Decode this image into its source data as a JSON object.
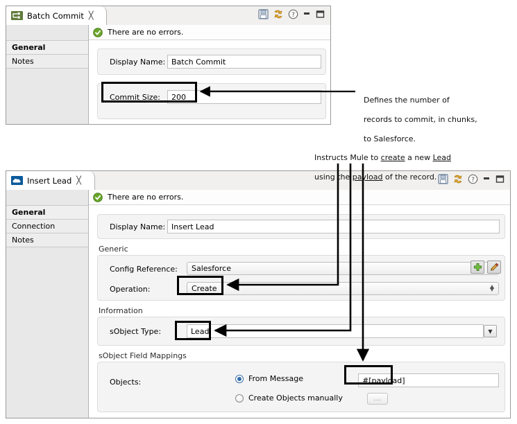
{
  "panels": [
    {
      "id": "batch-commit",
      "tab": {
        "label": "Batch Commit",
        "close_glyph": "╳",
        "icon": "batch-commit-icon"
      },
      "toolbar": [
        {
          "name": "save-icon",
          "label": "Save"
        },
        {
          "name": "refresh-icon",
          "label": "Refresh"
        },
        {
          "name": "help-icon",
          "label": "Help"
        },
        {
          "name": "minimize-icon",
          "label": "Minimize"
        },
        {
          "name": "maximize-icon",
          "label": "Maximize"
        }
      ],
      "status": {
        "icon": "success-check-icon",
        "text": "There are no errors."
      },
      "nav": [
        {
          "label": "General",
          "selected": true
        },
        {
          "label": "Notes",
          "selected": false
        }
      ],
      "fields": {
        "display_name_label": "Display Name:",
        "display_name_value": "Batch Commit",
        "commit_size_label": "Commit Size:",
        "commit_size_value": "200"
      }
    },
    {
      "id": "insert-lead",
      "tab": {
        "label": "Insert Lead",
        "close_glyph": "╳",
        "icon": "salesforce-cloud-icon"
      },
      "toolbar": [
        {
          "name": "save-icon",
          "label": "Save"
        },
        {
          "name": "refresh-icon",
          "label": "Refresh"
        },
        {
          "name": "help-icon",
          "label": "Help"
        },
        {
          "name": "minimize-icon",
          "label": "Minimize"
        },
        {
          "name": "maximize-icon",
          "label": "Maximize"
        }
      ],
      "status": {
        "icon": "success-check-icon",
        "text": "There are no errors."
      },
      "nav": [
        {
          "label": "General",
          "selected": true
        },
        {
          "label": "Connection",
          "selected": false
        },
        {
          "label": "Notes",
          "selected": false
        }
      ],
      "fields": {
        "display_name_label": "Display Name:",
        "display_name_value": "Insert Lead",
        "generic_section": "Generic",
        "config_reference_label": "Config Reference:",
        "config_reference_value": "Salesforce",
        "add_config_button": "+",
        "edit_config_button": "edit",
        "operation_label": "Operation:",
        "operation_value": "Create",
        "information_section": "Information",
        "sobject_type_label": "sObject Type:",
        "sobject_type_value": "Lead",
        "field_mappings_section": "sObject Field Mappings",
        "objects_label": "Objects:",
        "radio_from_message": "From Message",
        "radio_create_manually": "Create Objects manually",
        "payload_value": "#[payload]",
        "browse_button": "..."
      }
    }
  ],
  "annotations": [
    {
      "id": "commit-size-note",
      "lines": [
        "Defines the number of",
        "records to commit, in chunks,",
        "to Salesforce."
      ]
    },
    {
      "id": "insert-lead-note",
      "line1_a": "Instructs Mule to ",
      "line1_b": "create",
      "line1_c": " a new ",
      "line1_d": "Lead",
      "line2_a": "using the ",
      "line2_b": "payload",
      "line2_c": " of the record."
    }
  ],
  "colors": {
    "accent_green": "#5a9a2e",
    "salesforce_blue": "#0b5a9c",
    "highlight_black": "#000000",
    "panel_bg": "#f4f4f4"
  }
}
